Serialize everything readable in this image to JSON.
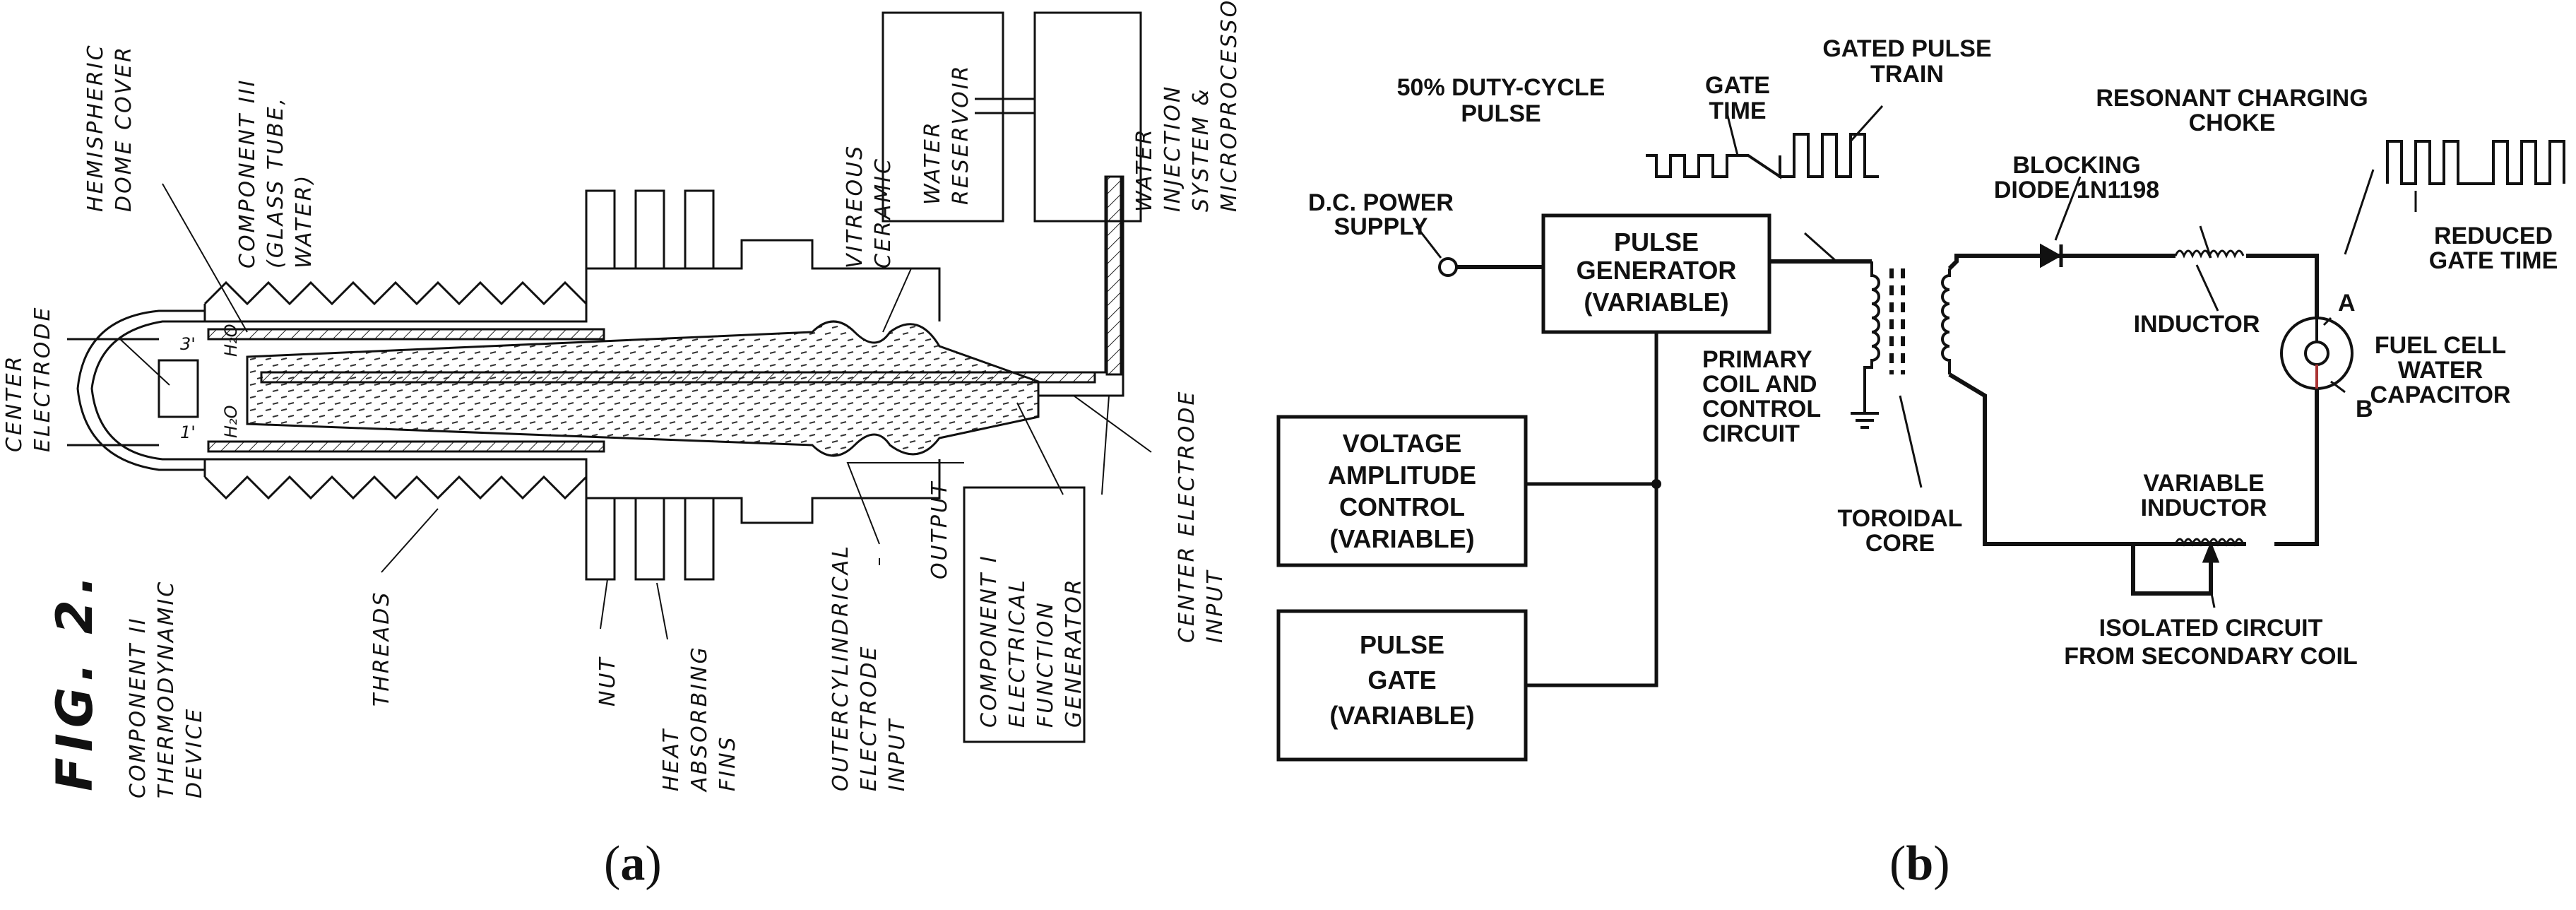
{
  "panel_a": {
    "caption_open": "(",
    "caption_letter": "a",
    "caption_close": ")",
    "figure_title": "FIG. 2.",
    "figure_subtitle": [
      "COMPONENT II",
      "THERMODYNAMIC",
      "DEVICE"
    ],
    "labels": {
      "dome_cover": [
        "HEMISPHERIC",
        "DOME COVER"
      ],
      "component_3": [
        "COMPONENT III",
        "(GLASS TUBE,",
        "WATER)"
      ],
      "center_electrode": [
        "CENTER",
        "ELECTRODE"
      ],
      "vitreous_ceramic": [
        "VITREOUS",
        "CERAMIC"
      ],
      "water_reservoir": [
        "WATER",
        "RESERVOIR"
      ],
      "water_injection": [
        "WATER",
        "INJECTION",
        "SYSTEM &",
        "MICROPROCESSOR"
      ],
      "center_electrode_input": [
        "CENTER ELECTRODE",
        "INPUT"
      ],
      "output": "OUTPUT",
      "component_1": [
        "COMPONENT I",
        "ELECTRICAL",
        "FUNCTION",
        "GENERATOR"
      ],
      "outer_electrode_input": [
        "OUTERCYLINDRICAL",
        "ELECTRODE",
        "INPUT"
      ],
      "threads": "THREADS",
      "nut": "NUT",
      "heat_fins": [
        "HEAT",
        "ABSORBING",
        "FINS"
      ],
      "h2o_top": "H₂O",
      "h2o_bottom": "H₂O",
      "gap_top": "3'",
      "gap_bottom": "1'"
    }
  },
  "panel_b": {
    "caption_open": "(",
    "caption_letter": "b",
    "caption_close": ")",
    "labels": {
      "dc_power": [
        "D.C. POWER",
        "SUPPLY"
      ],
      "pulse_generator": [
        "PULSE",
        "GENERATOR",
        "(VARIABLE)"
      ],
      "duty_cycle": [
        "50% DUTY-CYCLE",
        "PULSE"
      ],
      "gate_time": [
        "GATE",
        "TIME"
      ],
      "gated_pulse_train": [
        "GATED PULSE",
        "TRAIN"
      ],
      "blocking_diode": [
        "BLOCKING",
        "DIODE 1N1198"
      ],
      "resonant_choke": [
        "RESONANT CHARGING",
        "CHOKE"
      ],
      "inductor": "INDUCTOR",
      "reduced_gate_time": [
        "REDUCED",
        "GATE TIME"
      ],
      "point_a": "A",
      "point_b": "B",
      "fuel_cell": [
        "FUEL CELL",
        "WATER",
        "CAPACITOR"
      ],
      "primary_coil": [
        "PRIMARY",
        "COIL AND",
        "CONTROL",
        "CIRCUIT"
      ],
      "toroidal_core": [
        "TOROIDAL",
        "CORE"
      ],
      "variable_inductor": [
        "VARIABLE",
        "INDUCTOR"
      ],
      "isolated_circuit": [
        "ISOLATED CIRCUIT",
        "FROM SECONDARY COIL"
      ],
      "voltage_amplitude": [
        "VOLTAGE",
        "AMPLITUDE",
        "CONTROL",
        "(VARIABLE)"
      ],
      "pulse_gate": [
        "PULSE",
        "GATE",
        "(VARIABLE)"
      ]
    }
  }
}
